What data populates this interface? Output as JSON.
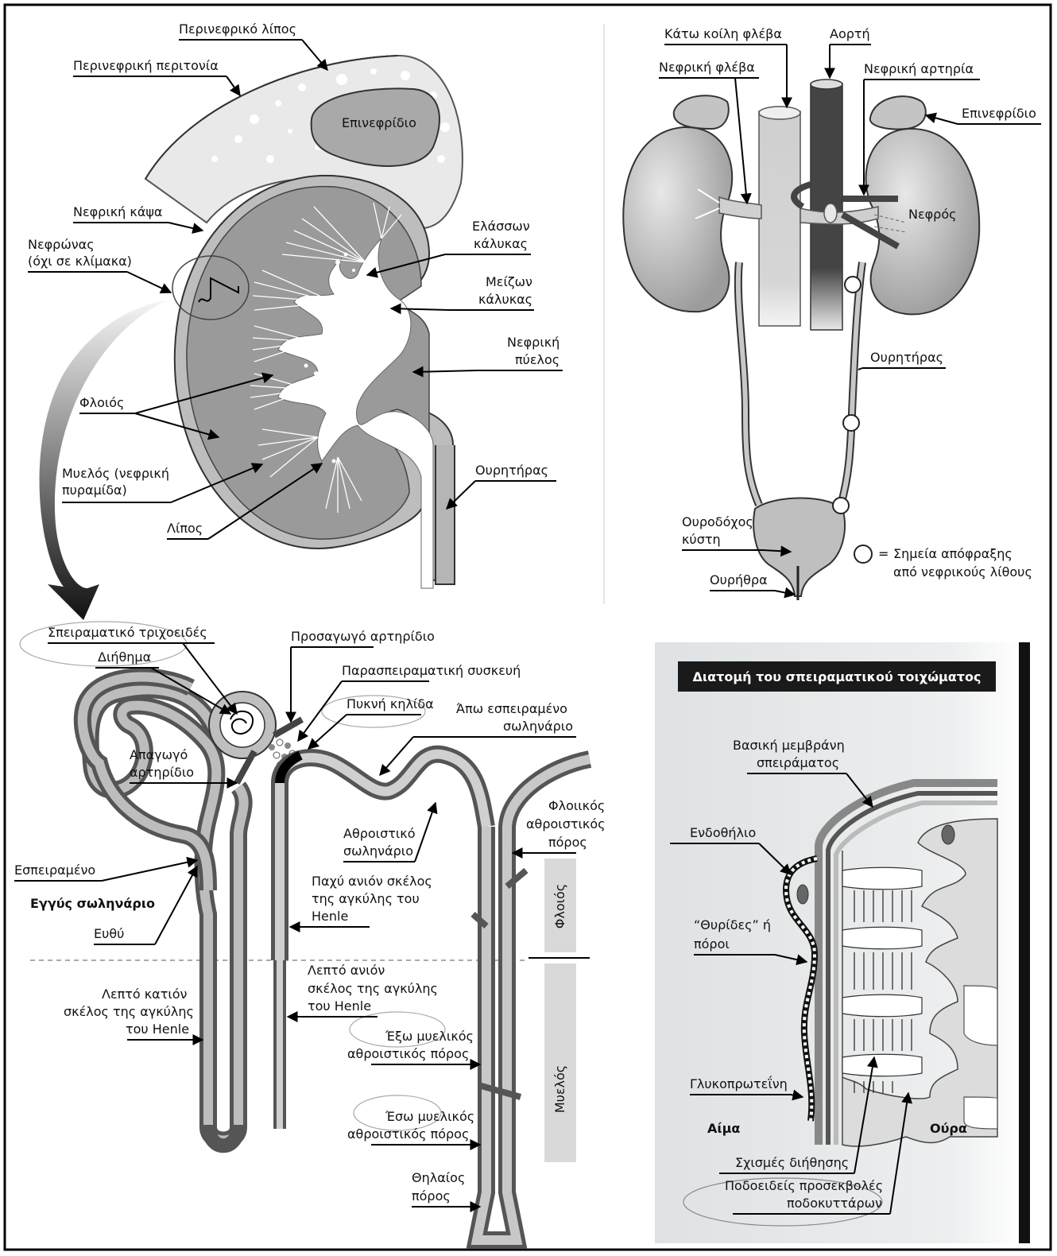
{
  "kidney_section": {
    "perirenal_fat": "Περινεφρικό λίπος",
    "perirenal_fascia": "Περινεφρική περιτονία",
    "adrenal": "Επινεφρίδιο",
    "renal_capsule": "Νεφρική κάψα",
    "nephron_line1": "Νεφρώνας",
    "nephron_line2": "(όχι σε κλίμακα)",
    "minor_calyx_line1": "Ελάσσων",
    "minor_calyx_line2": "κάλυκας",
    "major_calyx_line1": "Μείζων",
    "major_calyx_line2": "κάλυκας",
    "renal_pelvis_line1": "Νεφρική",
    "renal_pelvis_line2": "πύελος",
    "cortex": "Φλοιός",
    "medulla_line1": "Μυελός (νεφρική",
    "medulla_line2": "πυραμίδα)",
    "fat": "Λίπος",
    "ureter": "Ουρητήρας"
  },
  "urinary_tract": {
    "ivc": "Κάτω κοίλη φλέβα",
    "aorta": "Αορτή",
    "renal_vein": "Νεφρική φλέβα",
    "renal_artery": "Νεφρική αρτηρία",
    "adrenal": "Επινεφρίδιο",
    "kidney": "Νεφρός",
    "ureter": "Ουρητήρας",
    "bladder_line1": "Ουροδόχος",
    "bladder_line2": "κύστη",
    "urethra": "Ουρήθρα",
    "legend_symbol": "=",
    "legend_line1": "Σημεία απόφραξης",
    "legend_line2": "από νεφρικούς λίθους"
  },
  "nephron": {
    "glomerular_capillary": "Σπειραματικό τριχοειδές",
    "filtrate": "Διήθημα",
    "afferent_arteriole": "Προσαγωγό αρτηρίδιο",
    "juxtaglomerular": "Παρασπειραματική συσκευή",
    "macula_densa": "Πυκνή κηλίδα",
    "efferent_line1": "Απαγωγό",
    "efferent_line2": "αρτηρίδιο",
    "distal_line1": "Άπω εσπειραμένο",
    "distal_line2": "σωληνάριο",
    "cortical_cd_line1": "Φλοιικός",
    "cortical_cd_line2": "αθροιστικός",
    "cortical_cd_line3": "πόρος",
    "connecting_line1": "Αθροιστικό",
    "connecting_line2": "σωληνάριο",
    "convoluted": "Εσπειραμένο",
    "proximal_tubule": "Εγγύς σωληνάριο",
    "straight": "Ευθύ",
    "thick_asc_line1": "Παχύ ανιόν σκέλος",
    "thick_asc_line2": "της αγκύλης του",
    "thick_asc_line3": "Henle",
    "thin_asc_line1": "Λεπτό ανιόν",
    "thin_asc_line2": "σκέλος της αγκύλης",
    "thin_asc_line3": "του Henle",
    "thin_desc_line1": "Λεπτό κατιόν",
    "thin_desc_line2": "σκέλος της αγκύλης",
    "thin_desc_line3": "του Henle",
    "outer_med_line1": "Έξω μυελικός",
    "outer_med_line2": "αθροιστικός πόρος",
    "inner_med_line1": "Έσω μυελικός",
    "inner_med_line2": "αθροιστικός πόρος",
    "papillary_line1": "Θηλαίος",
    "papillary_line2": "πόρος",
    "zone_cortex": "Φλοιός",
    "zone_medulla": "Μυελός"
  },
  "glomerular_wall": {
    "title": "Διατομή του σπειραματικού τοιχώματος",
    "gbm_line1": "Βασική μεμβράνη",
    "gbm_line2": "σπειράματος",
    "endothelium": "Ενδοθήλιο",
    "fenestrae_line1": "“Θυρίδες” ή",
    "fenestrae_line2": "πόροι",
    "glycoprotein": "Γλυκοπρωτεΐνη",
    "blood": "Αίμα",
    "urine": "Ούρα",
    "slits": "Σχισμές διήθησης",
    "foot_line1": "Ποδοειδείς προσεκβολές",
    "foot_line2": "ποδοκυττάρων"
  }
}
